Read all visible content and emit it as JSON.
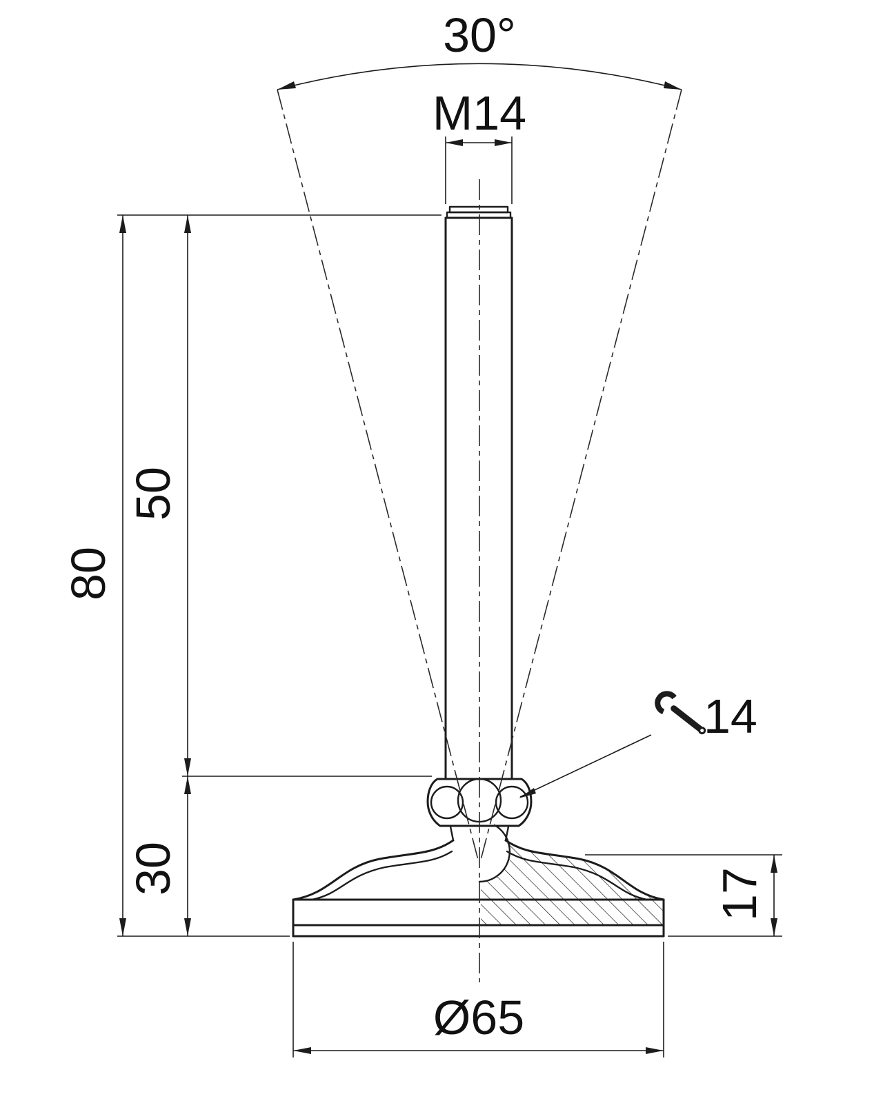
{
  "drawing": {
    "name": "Adjustable swivel levelling foot — dimensioned technical drawing",
    "labels": {
      "swivel_angle": "30°",
      "thread_size": "M14",
      "overall_height": "80",
      "rod_length": "50",
      "lower_section": "30",
      "base_height": "17",
      "base_diameter": "Ø65",
      "wrench_size": "14"
    },
    "colors": {
      "line": "#1c1c1c",
      "background": "#ffffff"
    }
  }
}
